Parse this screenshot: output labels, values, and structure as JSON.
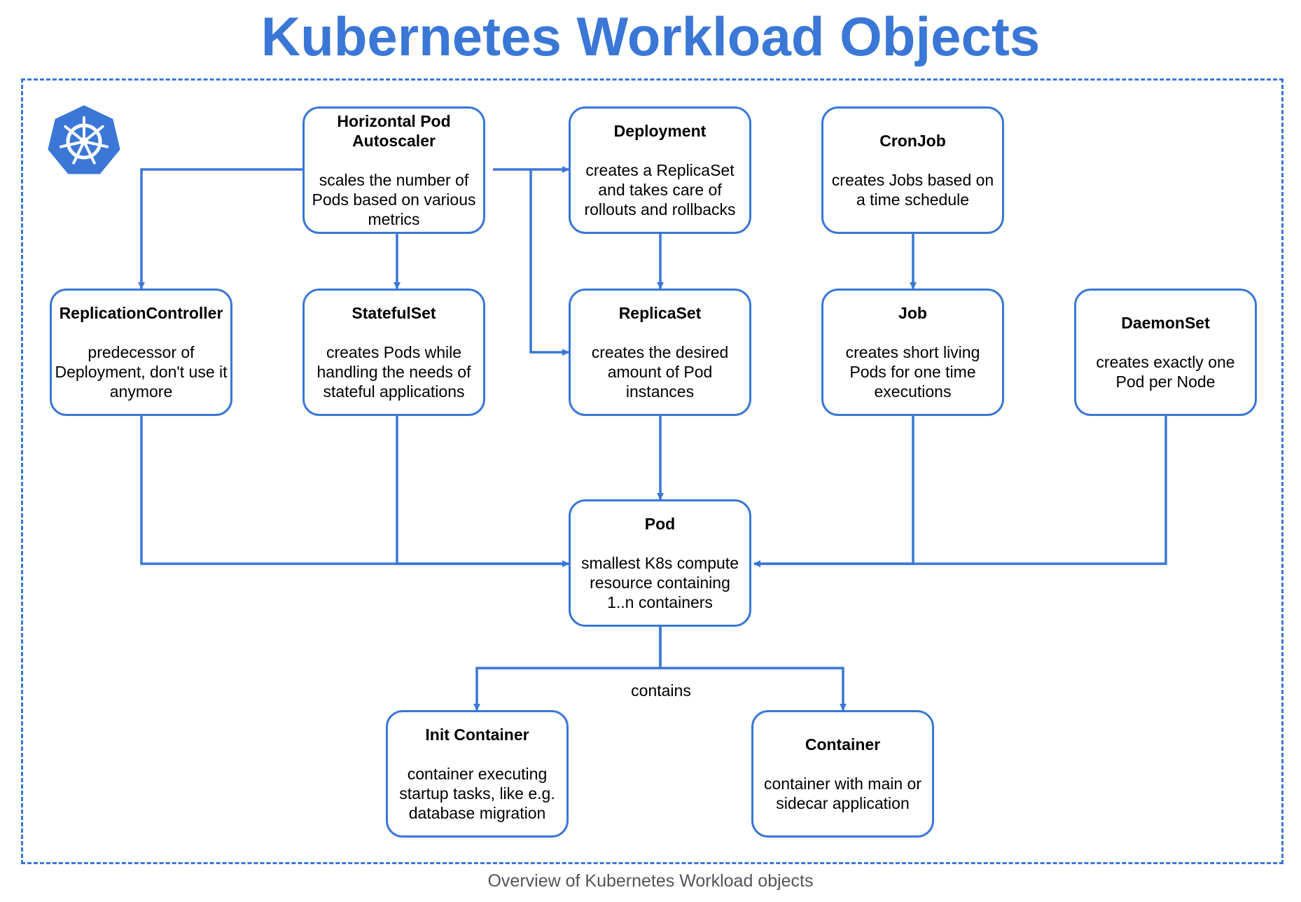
{
  "title": "Kubernetes Workload Objects",
  "caption": "Overview of Kubernetes Workload objects",
  "colors": {
    "accent": "#3a77d6",
    "text": "#000000",
    "caption": "#555555"
  },
  "icons": {
    "logo": "kubernetes-helm-wheel-icon"
  },
  "edge_label": "contains",
  "nodes": {
    "hpa": {
      "title": "Horizontal Pod Autoscaler",
      "desc": "scales the number of Pods based on various metrics"
    },
    "deployment": {
      "title": "Deployment",
      "desc": "creates a ReplicaSet and takes care of rollouts and rollbacks"
    },
    "cronjob": {
      "title": "CronJob",
      "desc": "creates Jobs based on a time schedule"
    },
    "replicationcontroller": {
      "title": "ReplicationController",
      "desc": "predecessor of Deployment, don't use it anymore"
    },
    "statefulset": {
      "title": "StatefulSet",
      "desc": "creates Pods while handling the needs of stateful applications"
    },
    "replicaset": {
      "title": "ReplicaSet",
      "desc": "creates the desired amount of Pod instances"
    },
    "job": {
      "title": "Job",
      "desc": "creates short living Pods for one time executions"
    },
    "daemonset": {
      "title": "DaemonSet",
      "desc": "creates exactly one Pod per Node"
    },
    "pod": {
      "title": "Pod",
      "desc": "smallest K8s compute resource containing 1..n containers"
    },
    "initcontainer": {
      "title": "Init Container",
      "desc": "container executing startup tasks, like e.g. database migration"
    },
    "container": {
      "title": "Container",
      "desc": "container with main or sidecar application"
    }
  },
  "edges": [
    {
      "from": "hpa",
      "to": "replicationcontroller"
    },
    {
      "from": "hpa",
      "to": "statefulset"
    },
    {
      "from": "hpa",
      "to": "deployment"
    },
    {
      "from": "hpa",
      "to": "replicaset"
    },
    {
      "from": "deployment",
      "to": "replicaset"
    },
    {
      "from": "cronjob",
      "to": "job"
    },
    {
      "from": "replicationcontroller",
      "to": "pod"
    },
    {
      "from": "statefulset",
      "to": "pod"
    },
    {
      "from": "replicaset",
      "to": "pod"
    },
    {
      "from": "job",
      "to": "pod"
    },
    {
      "from": "daemonset",
      "to": "pod"
    },
    {
      "from": "pod",
      "to": "initcontainer",
      "label": "contains"
    },
    {
      "from": "pod",
      "to": "container",
      "label": "contains"
    }
  ]
}
